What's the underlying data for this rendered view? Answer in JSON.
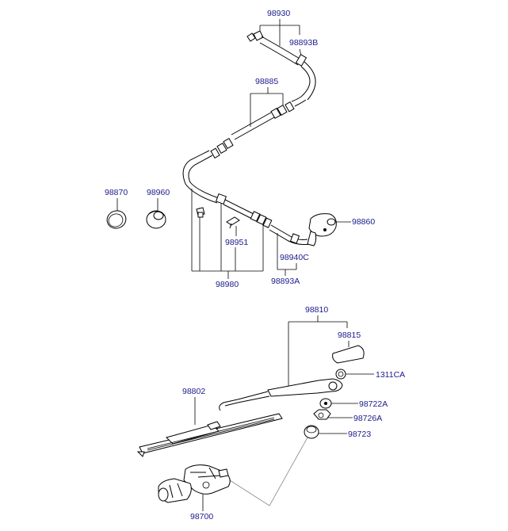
{
  "labels": {
    "p98930": "98930",
    "p98893B": "98893B",
    "p98885": "98885",
    "p98870": "98870",
    "p98960": "98960",
    "p98860": "98860",
    "p98951": "98951",
    "p98940C": "98940C",
    "p98980": "98980",
    "p98893A": "98893A",
    "p98810": "98810",
    "p98815": "98815",
    "p1311CA": "1311CA",
    "p98802": "98802",
    "p98722A": "98722A",
    "p98726A": "98726A",
    "p98723": "98723",
    "p98700": "98700"
  },
  "colors": {
    "label": "#1a1a8c",
    "line": "#000000"
  }
}
